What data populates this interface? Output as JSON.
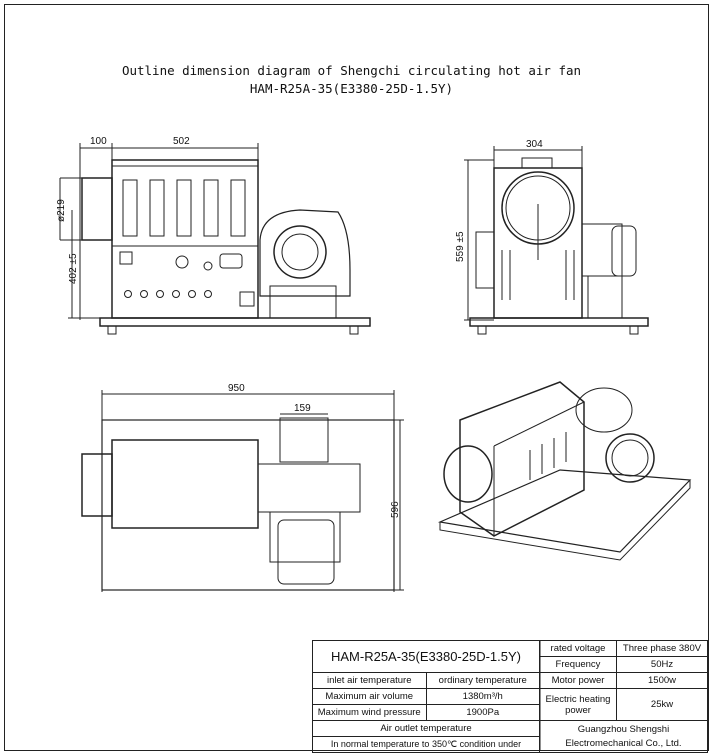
{
  "title": {
    "line1": "Outline dimension diagram of Shengchi circulating hot air fan",
    "line2": "HAM-R25A-35(E3380-25D-1.5Y)"
  },
  "dimensions": {
    "front_width": "502",
    "front_offset": "100",
    "duct_diameter": "ø219",
    "center_height": "402 ±5",
    "side_width": "304",
    "side_height": "559 ±5",
    "plan_length": "950",
    "plan_outlet": "159",
    "plan_depth": "596"
  },
  "spec_table": {
    "model": "HAM-R25A-35(E3380-25D-1.5Y)",
    "rated_voltage_label": "rated voltage",
    "rated_voltage_value": "Three phase 380V",
    "frequency_label": "Frequency",
    "frequency_value": "50Hz",
    "inlet_temp_label": "inlet air temperature",
    "inlet_temp_value": "ordinary temperature",
    "motor_power_label": "Motor power",
    "motor_power_value": "1500w",
    "max_air_volume_label": "Maximum air volume",
    "max_air_volume_value": "1380m³/h",
    "heating_power_label": "Electric heating power",
    "heating_power_value": "25kw",
    "max_wind_pressure_label": "Maximum wind pressure",
    "max_wind_pressure_value": "1900Pa",
    "outlet_temp_label": "Air outlet temperature",
    "outlet_temp_value": "In normal temperature to 350℃ condition under",
    "company_line1": "Guangzhou Shengshi",
    "company_line2": "Electromechanical Co., Ltd."
  }
}
